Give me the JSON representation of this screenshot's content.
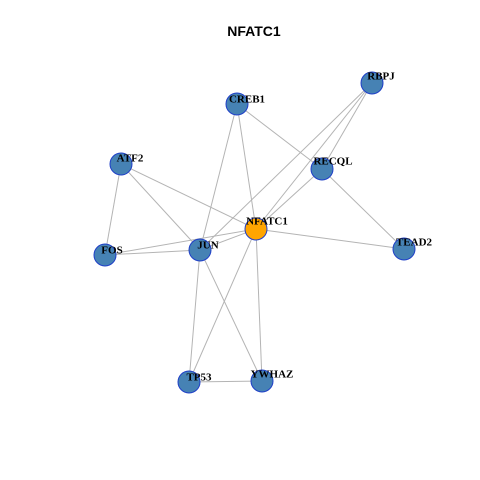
{
  "title": "NFATC1",
  "colors": {
    "hub_fill": "#FFA500",
    "hub_stroke": "#8B4513",
    "node_fill": "#4682B4",
    "node_stroke": "#1F3FC8",
    "edge": "#B4B4B4"
  },
  "nodes": [
    {
      "id": "NFATC1",
      "label": "NFATC1",
      "hub": true
    },
    {
      "id": "RBPJ",
      "label": "RBPJ",
      "hub": false
    },
    {
      "id": "CREB1",
      "label": "CREB1",
      "hub": false
    },
    {
      "id": "ATF2",
      "label": "ATF2",
      "hub": false
    },
    {
      "id": "RECQL",
      "label": "RECQL",
      "hub": false
    },
    {
      "id": "TEAD2",
      "label": "TEAD2",
      "hub": false
    },
    {
      "id": "FOS",
      "label": "FOS",
      "hub": false
    },
    {
      "id": "JUN",
      "label": "JUN",
      "hub": false
    },
    {
      "id": "TP53",
      "label": "TP53",
      "hub": false
    },
    {
      "id": "YWHAZ",
      "label": "YWHAZ",
      "hub": false
    }
  ],
  "edges": [
    [
      "NFATC1",
      "RBPJ"
    ],
    [
      "NFATC1",
      "CREB1"
    ],
    [
      "NFATC1",
      "ATF2"
    ],
    [
      "NFATC1",
      "RECQL"
    ],
    [
      "NFATC1",
      "TEAD2"
    ],
    [
      "NFATC1",
      "FOS"
    ],
    [
      "NFATC1",
      "JUN"
    ],
    [
      "NFATC1",
      "TP53"
    ],
    [
      "NFATC1",
      "YWHAZ"
    ],
    [
      "RBPJ",
      "RECQL"
    ],
    [
      "RBPJ",
      "JUN"
    ],
    [
      "CREB1",
      "RECQL"
    ],
    [
      "CREB1",
      "JUN"
    ],
    [
      "ATF2",
      "FOS"
    ],
    [
      "ATF2",
      "JUN"
    ],
    [
      "RECQL",
      "TEAD2"
    ],
    [
      "FOS",
      "JUN"
    ],
    [
      "JUN",
      "TP53"
    ],
    [
      "JUN",
      "YWHAZ"
    ],
    [
      "TP53",
      "YWHAZ"
    ]
  ]
}
